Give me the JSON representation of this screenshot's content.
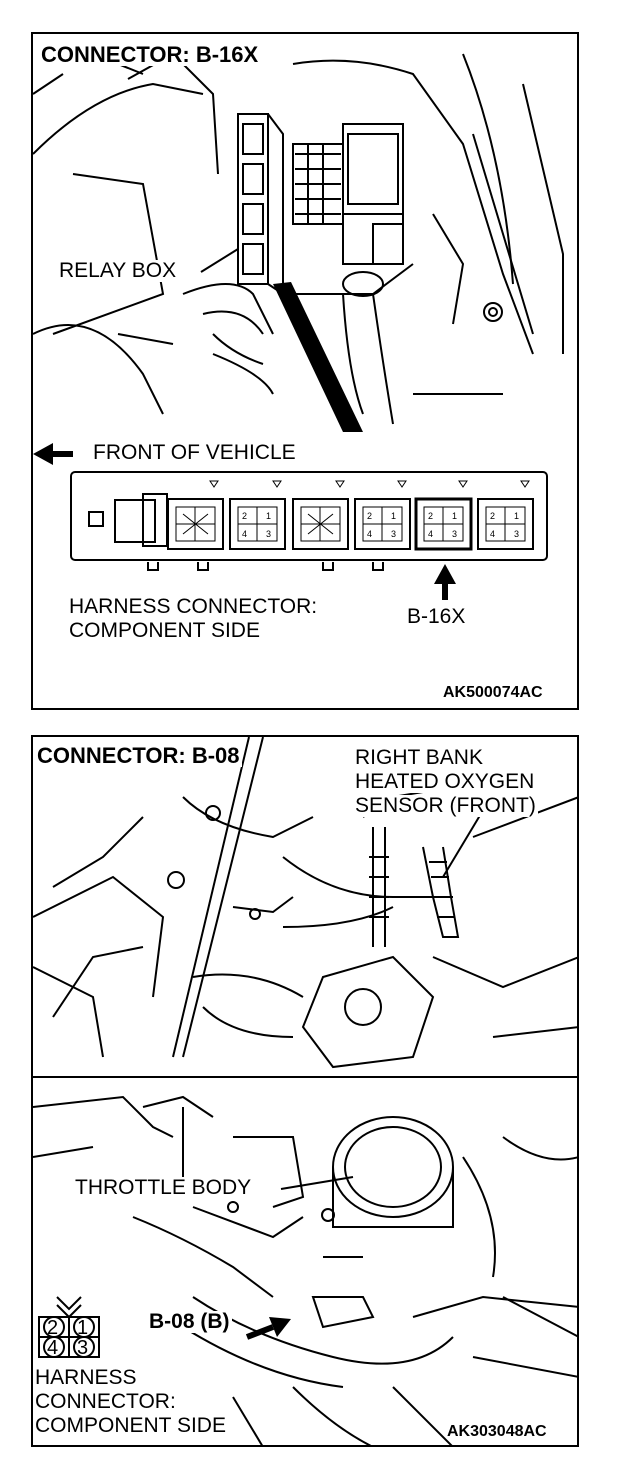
{
  "top_panel": {
    "title": "CONNECTOR: B-16X",
    "relay_box_label": "RELAY BOX",
    "front_label": "FRONT OF VEHICLE",
    "harness_label_line1": "HARNESS CONNECTOR:",
    "harness_label_line2": "COMPONENT SIDE",
    "connector_label": "B-16X",
    "figure_code": "AK500074AC",
    "pins": [
      "2",
      "1",
      "4",
      "3"
    ]
  },
  "bottom_panel": {
    "title": "CONNECTOR: B-08",
    "sensor_label_line1": "RIGHT BANK",
    "sensor_label_line2": "HEATED OXYGEN",
    "sensor_label_line3": "SENSOR (FRONT)",
    "throttle_label": "THROTTLE BODY",
    "connector_label": "B-08 (B)",
    "harness_label_line1": "HARNESS",
    "harness_label_line2": "CONNECTOR:",
    "harness_label_line3": "COMPONENT SIDE",
    "figure_code": "AK303048AC",
    "pins": [
      "2",
      "1",
      "4",
      "3"
    ]
  }
}
